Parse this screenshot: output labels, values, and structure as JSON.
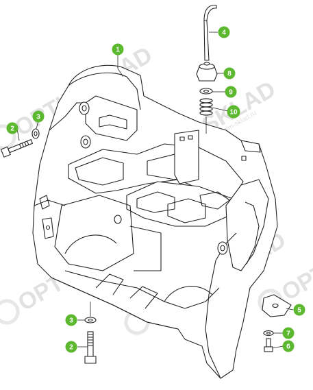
{
  "diagram": {
    "callouts": [
      {
        "id": "1",
        "label": "1"
      },
      {
        "id": "2a",
        "label": "2"
      },
      {
        "id": "2b",
        "label": "2"
      },
      {
        "id": "3a",
        "label": "3"
      },
      {
        "id": "3b",
        "label": "3"
      },
      {
        "id": "4",
        "label": "4"
      },
      {
        "id": "5",
        "label": "5"
      },
      {
        "id": "6",
        "label": "6"
      },
      {
        "id": "7",
        "label": "7"
      },
      {
        "id": "8",
        "label": "8"
      },
      {
        "id": "9",
        "label": "9"
      },
      {
        "id": "10",
        "label": "10"
      }
    ],
    "callout_color": "#5cb82e"
  },
  "watermark": {
    "brand": "OPTIMSKLAD",
    "url": "www.optim-sklad.ru"
  }
}
